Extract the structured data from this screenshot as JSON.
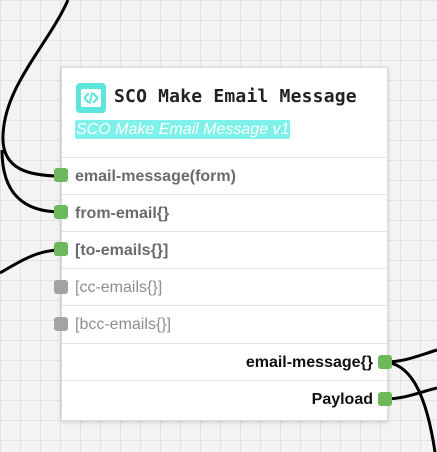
{
  "node": {
    "title": "SCO Make Email Message",
    "subtitle": "SCO Make Email Message v1",
    "icon": "code-icon",
    "accent_color": "#5fe6dc",
    "inputs": [
      {
        "label": "email-message(form)",
        "connected": true
      },
      {
        "label": "from-email{}",
        "connected": true
      },
      {
        "label": "[to-emails{}]",
        "connected": true
      },
      {
        "label": "[cc-emails{}]",
        "connected": false
      },
      {
        "label": "[bcc-emails{}]",
        "connected": false
      }
    ],
    "outputs": [
      {
        "label": "email-message{}",
        "connected": true
      },
      {
        "label": "Payload",
        "connected": true
      }
    ]
  },
  "colors": {
    "connected_port": "#6cb85a",
    "disconnected_port": "#a3a3a3",
    "wire": "#000000"
  }
}
